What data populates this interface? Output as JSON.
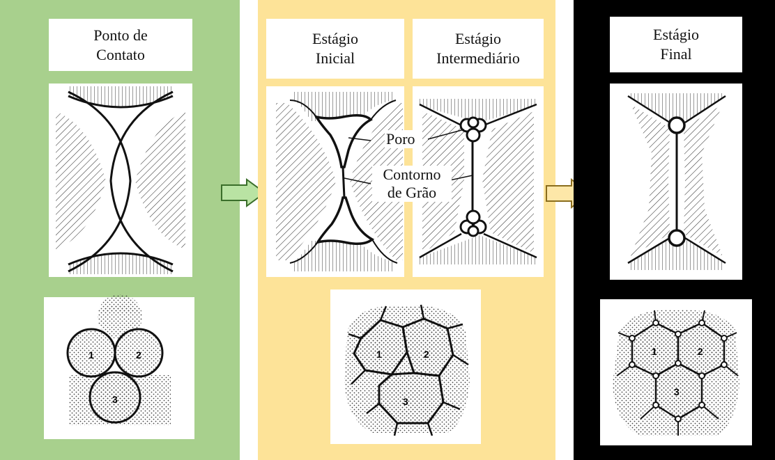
{
  "colors": {
    "stage1_bg": "#a8d08d",
    "stage2_bg": "#fde398",
    "stage3_bg": "#000000",
    "arrow1_fill": "#b9e3a3",
    "arrow1_stroke": "#3a6e2a",
    "arrow2_fill": "#fde7a8",
    "arrow2_stroke": "#8a6d1e"
  },
  "stages": {
    "contact": {
      "line1": "Ponto de",
      "line2": "Contato"
    },
    "initial": {
      "line1": "Estágio",
      "line2": "Inicial"
    },
    "intermediate": {
      "line1": "Estágio",
      "line2": "Intermediário"
    },
    "final": {
      "line1": "Estágio",
      "line2": "Final"
    }
  },
  "annotations": {
    "pore": "Poro",
    "grain_boundary_line1": "Contorno",
    "grain_boundary_line2": "de Grão"
  },
  "grain_labels": [
    "1",
    "2",
    "3"
  ],
  "icons": [
    "arrow-right-icon",
    "arrow-right-icon"
  ]
}
